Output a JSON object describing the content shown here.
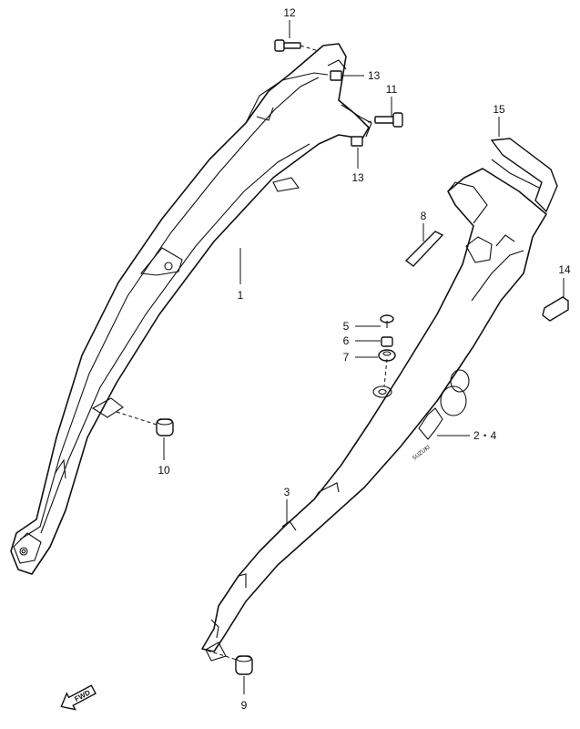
{
  "callouts": {
    "c1": "1",
    "c2_4": "2・4",
    "c3": "3",
    "c5": "5",
    "c6": "6",
    "c7": "7",
    "c8": "8",
    "c9": "9",
    "c10": "10",
    "c11": "11",
    "c12": "12",
    "c13_top": "13",
    "c13_bottom": "13",
    "c14": "14",
    "c15": "15"
  },
  "fwd_arrow": {
    "label": "FWD",
    "icon": "forward-arrow-icon"
  },
  "decal_text": "SUZUKI"
}
